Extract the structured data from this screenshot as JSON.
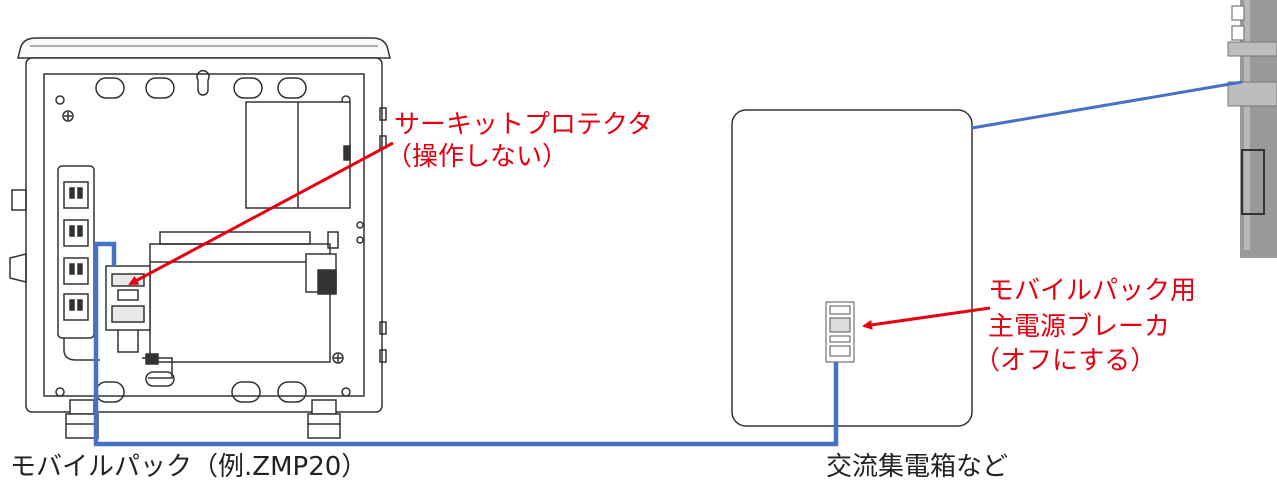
{
  "labels": {
    "circuit_protector": "サーキットプロテクタ",
    "circuit_protector_note": "（操作しない）",
    "main_breaker_line1": "モバイルパック用",
    "main_breaker_line2": "主電源ブレーカ",
    "main_breaker_note": "（オフにする）",
    "mobile_pack": "モバイルパック（例.ZMP20）",
    "ac_box": "交流集電箱など"
  },
  "colors": {
    "annotation": "#e60012",
    "cable": "#4472c4",
    "outline": "#333333",
    "pole": "#9a9a9a"
  }
}
